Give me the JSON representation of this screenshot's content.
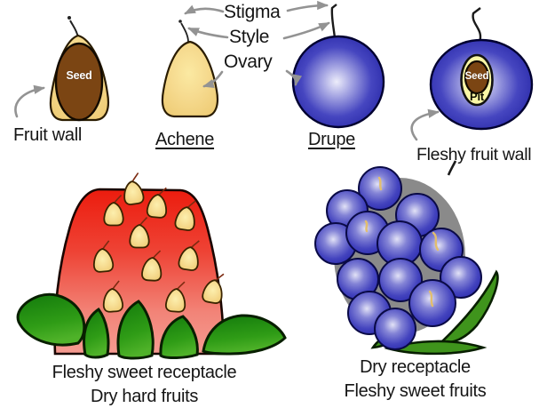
{
  "diagram": {
    "subject": "fruit-types-achene-drupe-aggregates",
    "labels": {
      "stigma": "Stigma",
      "style": "Style",
      "ovary": "Ovary",
      "fruit_wall": "Fruit wall",
      "achene": "Achene",
      "drupe": "Drupe",
      "fleshy_fruit_wall": "Fleshy fruit wall",
      "achene_seed": "Seed",
      "drupe_seed": "Seed",
      "drupe_pit": "Pit"
    },
    "captions": {
      "strawberry": [
        "Fleshy sweet receptacle",
        "Dry hard fruits"
      ],
      "blackberry": [
        "Dry receptacle",
        "Fleshy sweet fruits"
      ]
    },
    "colors": {
      "achene_tan": "#F4D98C",
      "seed_brown": "#7B4513",
      "drupe_blue": "#3A3ABF",
      "pit_yellow": "#FAF7A6",
      "receptacle_red": "#EC1C0E",
      "receptacle_pink": "#F59A90",
      "leaf_green": "#2E9417",
      "arrow_gray": "#999999",
      "background": "#FFFFFF"
    }
  }
}
